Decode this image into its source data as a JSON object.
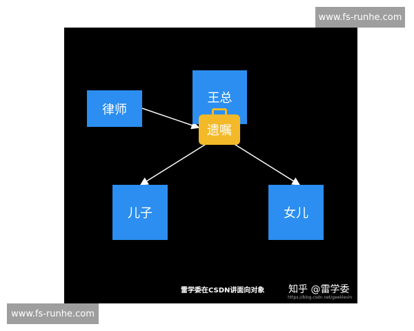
{
  "watermark": "www.fs-runhe.com",
  "nodes": {
    "lawyer": "律师",
    "boss": "王总",
    "will": "遗嘱",
    "son": "儿子",
    "daughter": "女儿"
  },
  "footer": {
    "caption": "雷学委在CSDN讲面向对象",
    "zhihu": "知乎 @雷学委",
    "url": "https://blog.csdn.net/geeklevin"
  },
  "colors": {
    "box": "#2b8ef0",
    "will": "#f3b928",
    "background": "#000000"
  }
}
